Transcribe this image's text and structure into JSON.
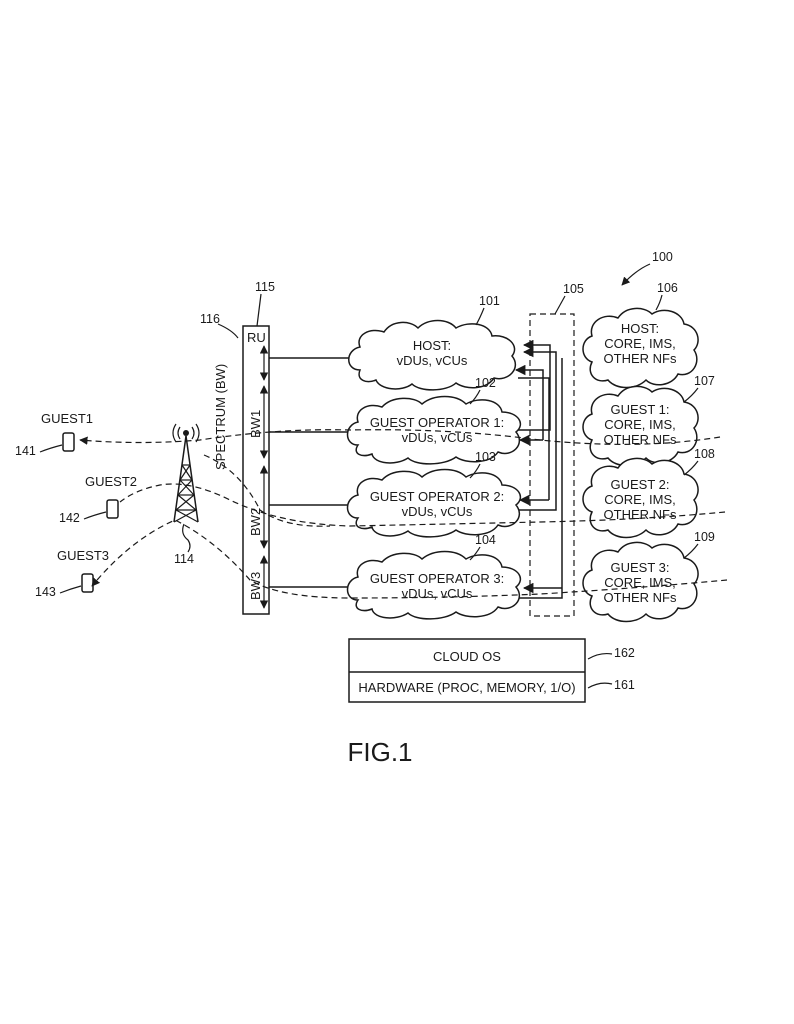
{
  "refs": {
    "system": "100",
    "host": "101",
    "guest_op1": "102",
    "guest_op2": "103",
    "guest_op3": "104",
    "switch": "105",
    "host_core": "106",
    "guest1_core": "107",
    "guest2_core": "108",
    "guest3_core": "109",
    "tower": "114",
    "ru": "115",
    "spectrum": "116",
    "device1": "141",
    "device2": "142",
    "device3": "143",
    "hardware": "161",
    "cloud_os": "162"
  },
  "devices": [
    "GUEST1",
    "GUEST2",
    "GUEST3"
  ],
  "spectrum_label": "SPECTRUM (BW)",
  "ru_label": "RU",
  "bandwidths": [
    "BW1",
    "BW2",
    "BW3"
  ],
  "vran_clouds": [
    {
      "line1": "HOST:",
      "line2": "vDUs, vCUs"
    },
    {
      "line1": "GUEST OPERATOR 1:",
      "line2": "vDUs, vCUs"
    },
    {
      "line1": "GUEST OPERATOR 2:",
      "line2": "vDUs, vCUs"
    },
    {
      "line1": "GUEST OPERATOR 3:",
      "line2": "vDUs, vCUs"
    }
  ],
  "core_clouds": [
    {
      "line1": "HOST:",
      "line2": "CORE, IMS,",
      "line3": "OTHER NFs"
    },
    {
      "line1": "GUEST 1:",
      "line2": "CORE, IMS,",
      "line3": "OTHER NFs"
    },
    {
      "line1": "GUEST 2:",
      "line2": "CORE, IMS,",
      "line3": "OTHER NFs"
    },
    {
      "line1": "GUEST 3:",
      "line2": "CORE, IMS,",
      "line3": "OTHER NFs"
    }
  ],
  "cloud_os": "CLOUD OS",
  "hardware": "HARDWARE (PROC, MEMORY, 1/O)",
  "figure_label": "FIG.1"
}
